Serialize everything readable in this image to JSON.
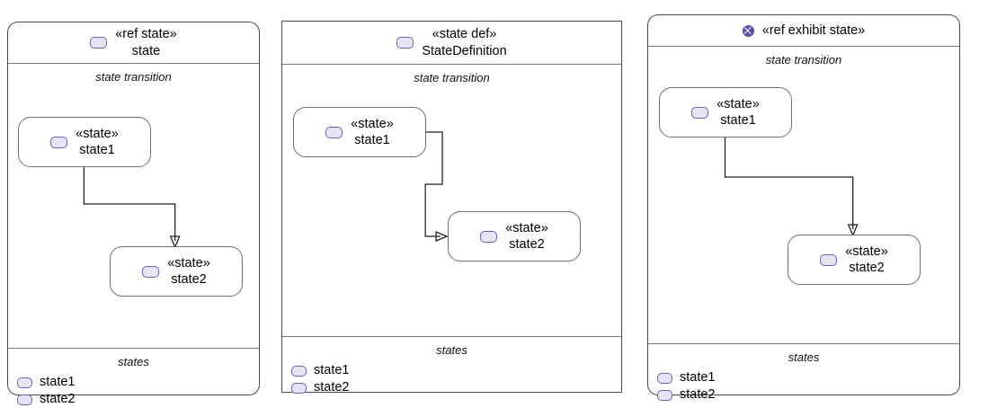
{
  "diagram": {
    "type": "sysml-state-diagram",
    "background": "#ffffff",
    "accent_color": "#6b63b5",
    "glyph_fill": "#e6e4f5",
    "exhibit_icon_color": "#5b53ab",
    "border_color": "#4a4a4a"
  },
  "panels": [
    {
      "id": "ref-state",
      "shape": "rounded",
      "header": {
        "icon": "state-glyph-icon",
        "keyword": "«ref state»",
        "name": "state",
        "lines": 2
      },
      "transition_compartment": {
        "label": "state transition",
        "nodes": [
          {
            "id": "state1",
            "keyword": "«state»",
            "name": "state1",
            "icon": "state-glyph-icon"
          },
          {
            "id": "state2",
            "keyword": "«state»",
            "name": "state2",
            "icon": "state-glyph-icon"
          }
        ],
        "edges": [
          {
            "from": "state1",
            "to": "state2",
            "routing": "down-right-down",
            "arrow": "open"
          }
        ]
      },
      "states_compartment": {
        "label": "states",
        "items": [
          {
            "icon": "state-glyph-icon",
            "label": "state1"
          },
          {
            "icon": "state-glyph-icon",
            "label": "state2"
          }
        ]
      }
    },
    {
      "id": "state-def",
      "shape": "sharp",
      "header": {
        "icon": "state-glyph-icon",
        "keyword": "«state def»",
        "name": "StateDefinition",
        "lines": 2
      },
      "transition_compartment": {
        "label": "state transition",
        "nodes": [
          {
            "id": "state1",
            "keyword": "«state»",
            "name": "state1",
            "icon": "state-glyph-icon"
          },
          {
            "id": "state2",
            "keyword": "«state»",
            "name": "state2",
            "icon": "state-glyph-icon"
          }
        ],
        "edges": [
          {
            "from": "state1",
            "to": "state2",
            "routing": "right-down-left-down-right",
            "arrow": "open"
          }
        ]
      },
      "states_compartment": {
        "label": "states",
        "items": [
          {
            "icon": "state-glyph-icon",
            "label": "state1"
          },
          {
            "icon": "state-glyph-icon",
            "label": "state2"
          }
        ]
      }
    },
    {
      "id": "ref-exhibit-state",
      "shape": "rounded",
      "header": {
        "icon": "exhibit-circle-x-icon",
        "keyword": "«ref exhibit state»",
        "name": "",
        "lines": 1
      },
      "transition_compartment": {
        "label": "state transition",
        "nodes": [
          {
            "id": "state1",
            "keyword": "«state»",
            "name": "state1",
            "icon": "state-glyph-icon"
          },
          {
            "id": "state2",
            "keyword": "«state»",
            "name": "state2",
            "icon": "state-glyph-icon"
          }
        ],
        "edges": [
          {
            "from": "state1",
            "to": "state2",
            "routing": "down-right-down",
            "arrow": "open"
          }
        ]
      },
      "states_compartment": {
        "label": "states",
        "items": [
          {
            "icon": "state-glyph-icon",
            "label": "state1"
          },
          {
            "icon": "state-glyph-icon",
            "label": "state2"
          }
        ]
      }
    }
  ]
}
